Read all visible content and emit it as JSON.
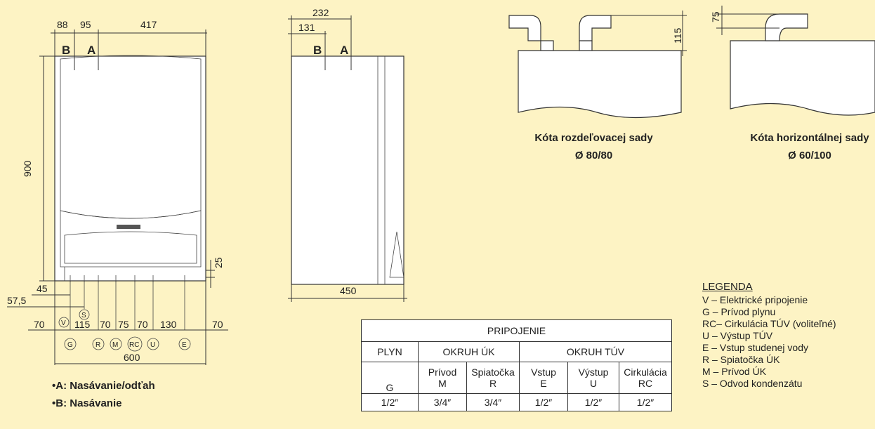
{
  "front_view": {
    "top_dims": [
      "88",
      "95",
      "417"
    ],
    "labels": [
      "B",
      "A"
    ],
    "height_dim": "900",
    "dims_25": "25",
    "left_dims": [
      "45",
      "57,5"
    ],
    "bottom_dims": [
      "70",
      "115",
      "70",
      "75",
      "70",
      "130",
      "70"
    ],
    "width_dim": "600",
    "connectors": [
      "V",
      "S",
      "G",
      "R",
      "M",
      "RC",
      "U",
      "E"
    ]
  },
  "side_view": {
    "top_dims": [
      "232",
      "131"
    ],
    "labels": [
      "B",
      "A"
    ],
    "depth_dim": "450"
  },
  "detail_1": {
    "dim": "115",
    "caption_line1": "Kóta rozdeľovacej sady",
    "caption_line2": "Ø 80/80"
  },
  "detail_2": {
    "dim": "75",
    "caption_line1": "Kóta horizontálnej sady",
    "caption_line2": "Ø 60/100"
  },
  "notes": [
    "•A: Nasávanie/odťah",
    "•B: Nasávanie"
  ],
  "table": {
    "title": "PRIPOJENIE",
    "groups": [
      "PLYN",
      "OKRUH ÚK",
      "OKRUH TÚV"
    ],
    "subheads": [
      {
        "name": "",
        "code": "G"
      },
      {
        "name": "Prívod",
        "code": "M"
      },
      {
        "name": "Spiatočka",
        "code": "R"
      },
      {
        "name": "Vstup",
        "code": "E"
      },
      {
        "name": "Výstup",
        "code": "U"
      },
      {
        "name": "Cirkulácia",
        "code": "RC"
      }
    ],
    "sizes": [
      "1/2″",
      "3/4″",
      "3/4″",
      "1/2″",
      "1/2″",
      "1/2″"
    ]
  },
  "legend": {
    "title": "LEGENDA",
    "items": [
      "V – Elektrické pripojenie",
      "G – Prívod plynu",
      "RC– Cirkulácia TÚV (voliteľné)",
      "U – Výstup TÚV",
      "E – Vstup studenej vody",
      "R – Spiatočka ÚK",
      "M – Prívod ÚK",
      "S – Odvod kondenzátu"
    ]
  }
}
